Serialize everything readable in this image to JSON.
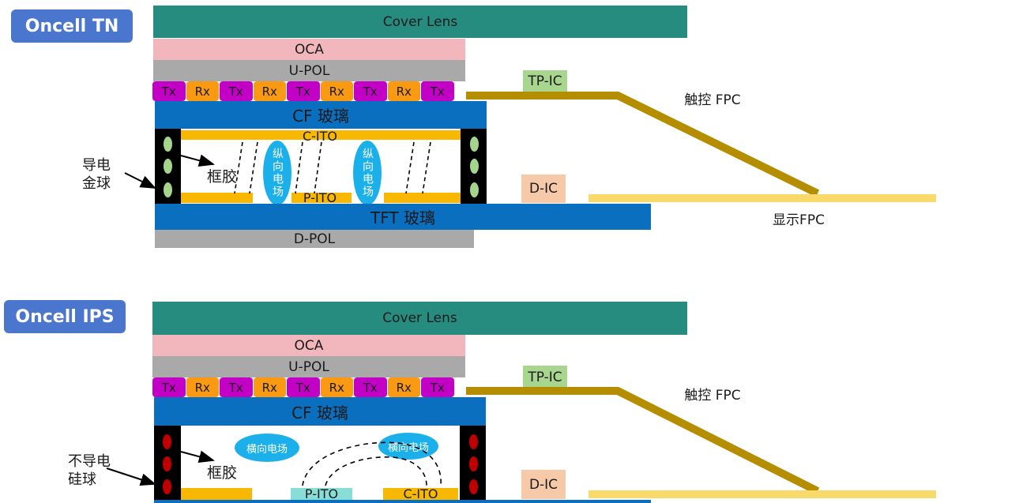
{
  "diagrams": [
    {
      "badge": "Oncell TN",
      "layers": {
        "cover_lens": "Cover Lens",
        "oca": "OCA",
        "u_pol": "U-POL",
        "cf_glass": "CF 玻璃",
        "c_ito": "C-ITO",
        "p_ito": "P-ITO",
        "tft_glass": "TFT 玻璃",
        "d_pol": "D-POL"
      },
      "sensor_pattern": [
        "Tx",
        "Rx",
        "Tx",
        "Rx",
        "Tx",
        "Rx",
        "Tx",
        "Rx",
        "Tx"
      ],
      "field_labels": [
        "纵向电场",
        "纵向电场"
      ],
      "sealant_label": "框胶",
      "ball_label": "导电\n金球",
      "ball_color": "#a4d58a",
      "tp_ic": "TP-IC",
      "d_ic": "D-IC",
      "touch_fpc": "触控 FPC",
      "display_fpc": "显示FPC"
    },
    {
      "badge": "Oncell IPS",
      "layers": {
        "cover_lens": "Cover Lens",
        "oca": "OCA",
        "u_pol": "U-POL",
        "cf_glass": "CF 玻璃",
        "p_ito": "P-ITO",
        "c_ito": "C-ITO"
      },
      "sensor_pattern": [
        "Tx",
        "Rx",
        "Tx",
        "Rx",
        "Tx",
        "Rx",
        "Tx",
        "Rx",
        "Tx"
      ],
      "field_labels": [
        "横向电场",
        "横向电场"
      ],
      "sealant_label": "框胶",
      "ball_label": "不导电\n硅球",
      "ball_color": "#c00000",
      "tp_ic": "TP-IC",
      "d_ic": "D-IC",
      "touch_fpc": "触控 FPC"
    }
  ],
  "colors": {
    "touch_fpc": "#b58e00",
    "display_fpc": "#f9d96a"
  }
}
